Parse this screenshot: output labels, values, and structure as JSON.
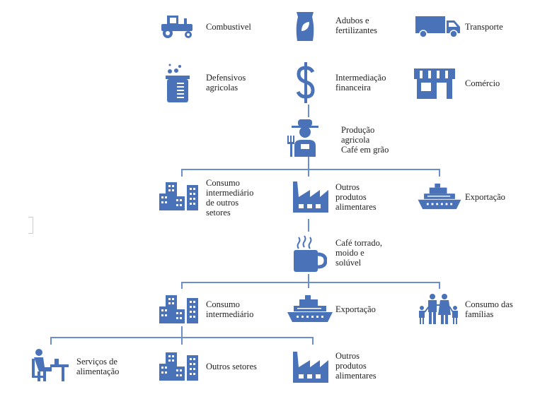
{
  "colors": {
    "icon": "#4a72b8",
    "line": "#6b8fcc"
  },
  "inputs": [
    {
      "label": "Combustivel",
      "icon": "tractor-icon"
    },
    {
      "label": "Adubos e\nfertilizantes",
      "icon": "fertilizer-bag-icon"
    },
    {
      "label": "Transporte",
      "icon": "truck-icon"
    },
    {
      "label": "Defensivos\nagricolas",
      "icon": "beaker-icon"
    },
    {
      "label": "Intermediação\nfinanceira",
      "icon": "dollar-icon"
    },
    {
      "label": "Comércio",
      "icon": "shop-icon"
    }
  ],
  "production": {
    "label": "Produção\nagricola\nCafé em grão",
    "icon": "farmer-icon"
  },
  "level1": [
    {
      "label": "Consumo\nintermediário\nde outros\nsetores",
      "icon": "buildings-icon"
    },
    {
      "label": "Outros\nprodutos\nalimentares",
      "icon": "factory-icon"
    },
    {
      "label": "Exportação",
      "icon": "ship-icon"
    }
  ],
  "processed": {
    "label": "Café torrado,\nmoido e\nsolúvel",
    "icon": "coffee-mug-icon"
  },
  "level2": [
    {
      "label": "Consumo\nintermediário",
      "icon": "buildings-icon"
    },
    {
      "label": "Exportação",
      "icon": "ship-icon"
    },
    {
      "label": "Consumo das\nfamílias",
      "icon": "family-icon"
    }
  ],
  "level3": [
    {
      "label": "Serviços de\nalimentação",
      "icon": "person-at-desk-icon"
    },
    {
      "label": "Outros setores",
      "icon": "buildings-icon"
    },
    {
      "label": "Outros\nprodutos\nalimentares",
      "icon": "factory-icon"
    }
  ]
}
